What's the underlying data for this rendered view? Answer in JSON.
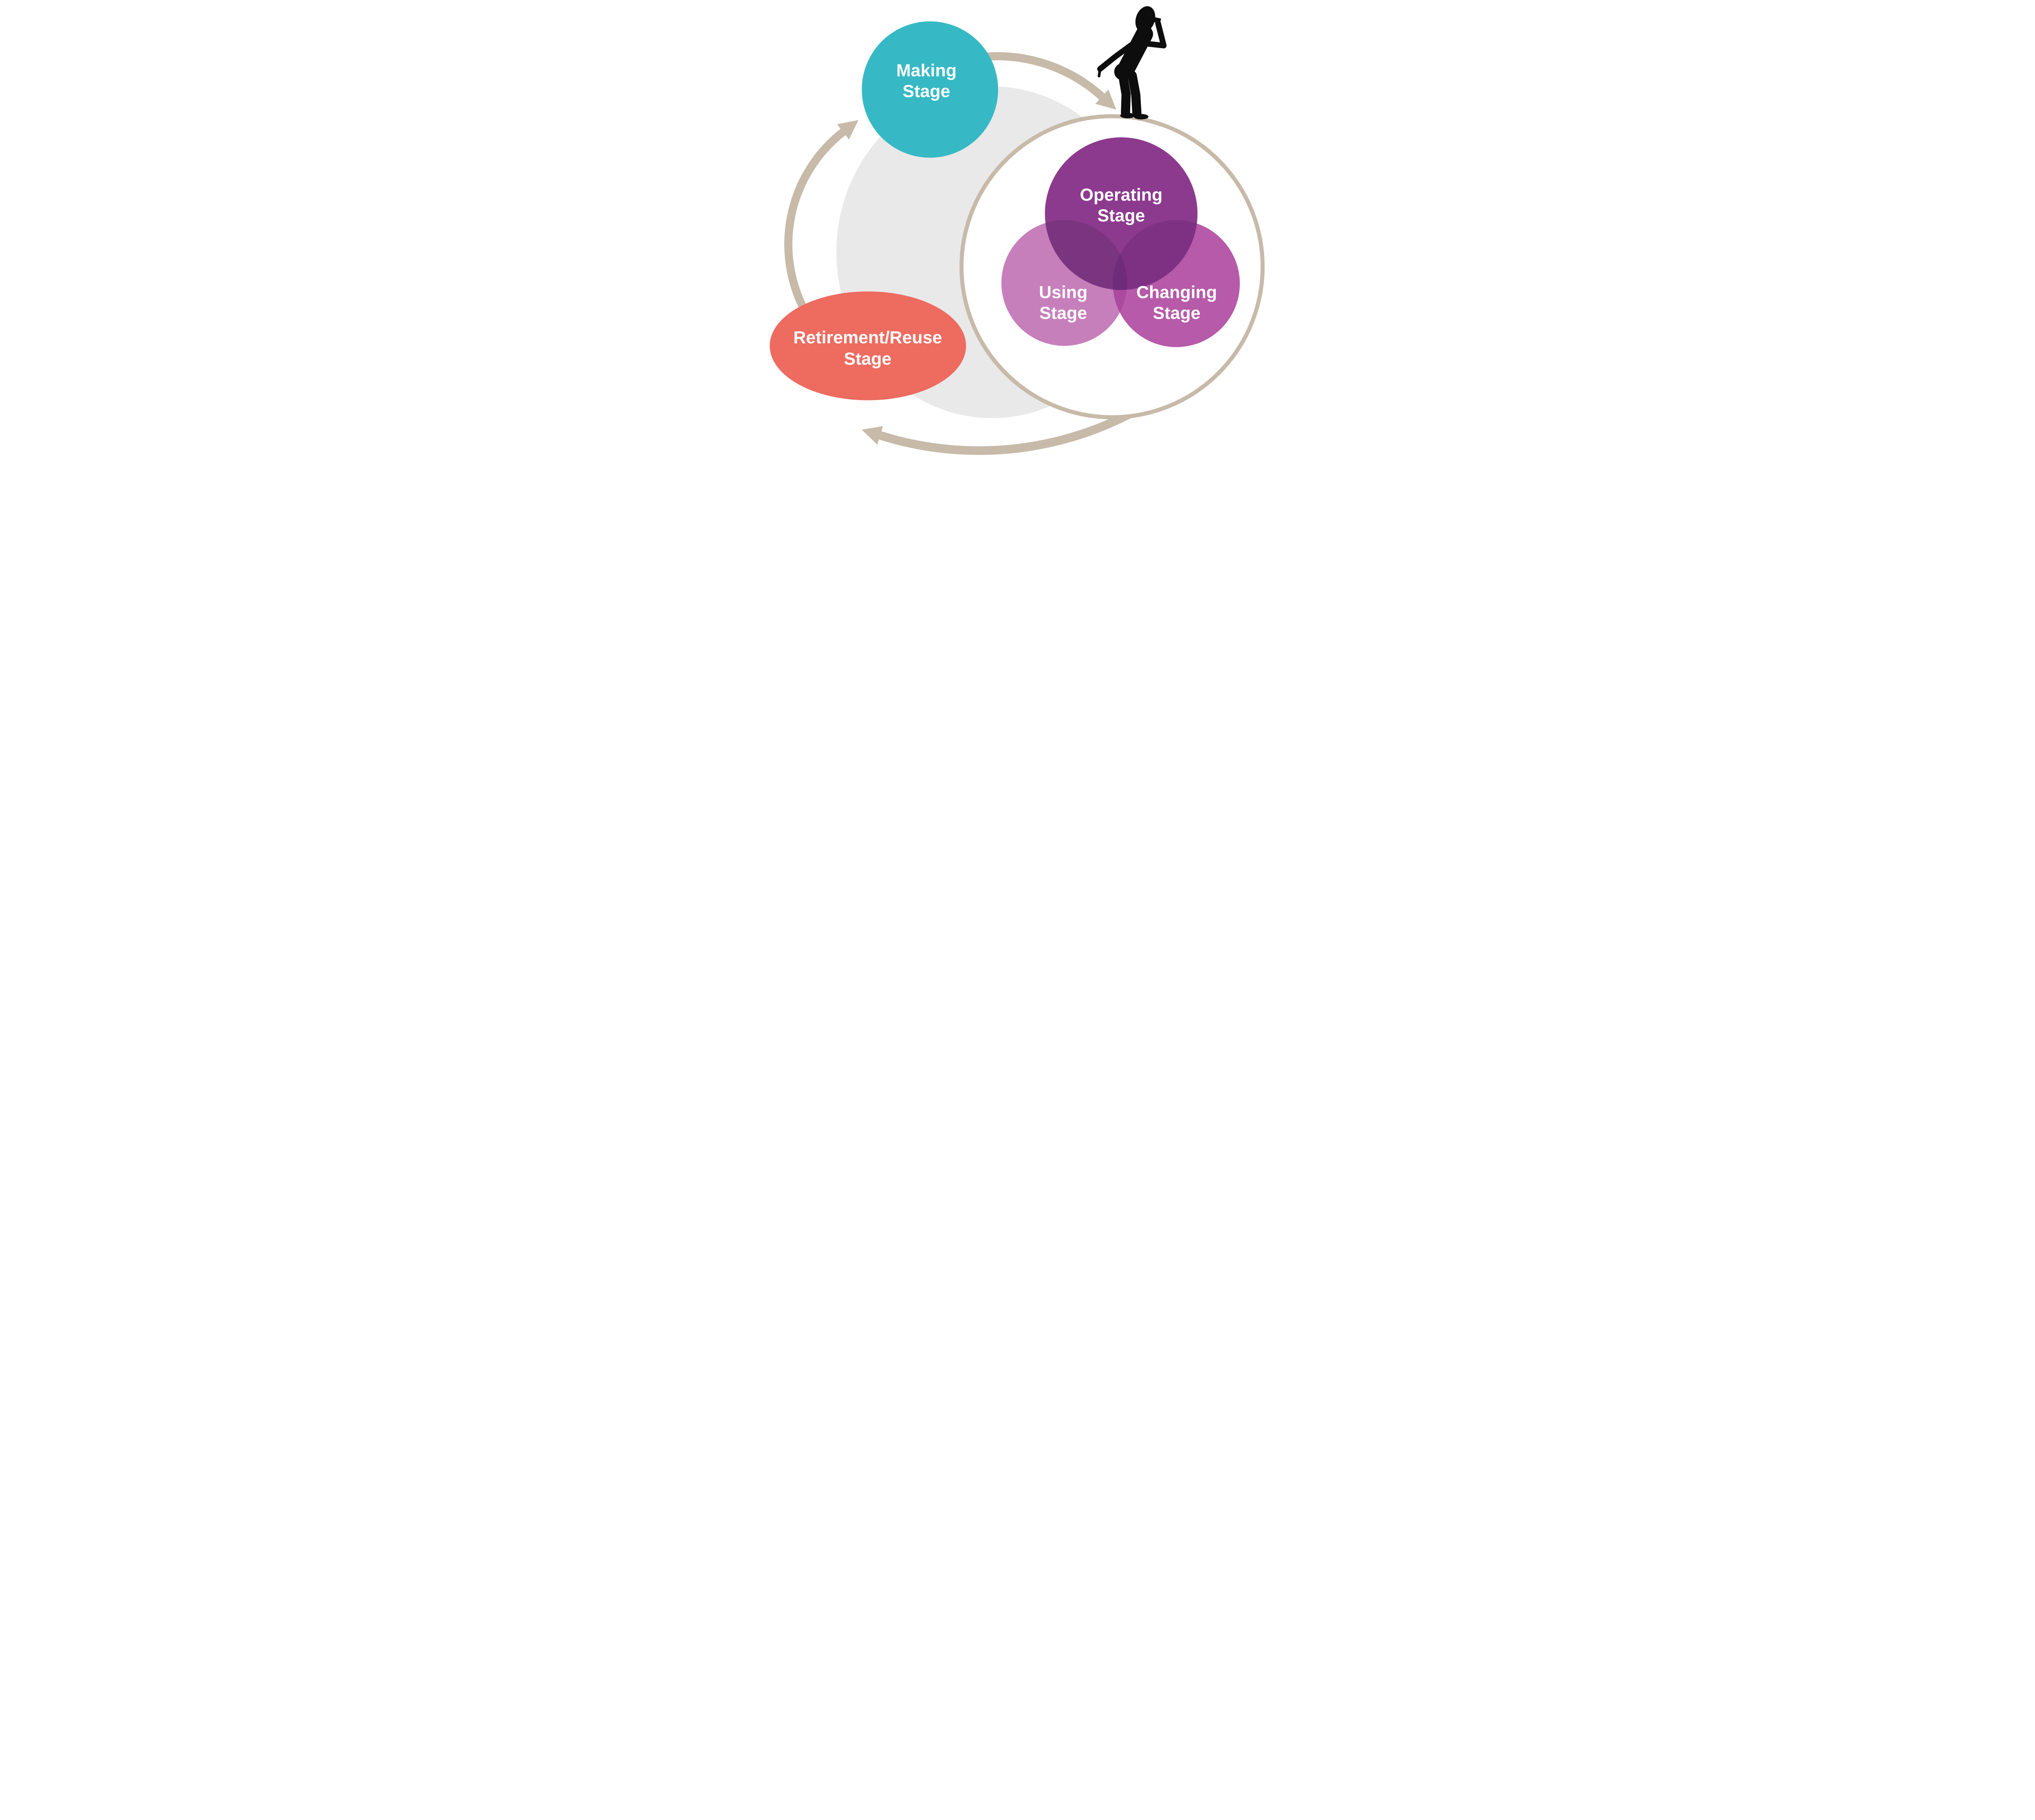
{
  "diagram": {
    "stages": {
      "making": {
        "line1": "Making",
        "line2": "Stage"
      },
      "operating": {
        "line1": "Operating",
        "line2": "Stage"
      },
      "using": {
        "line1": "Using",
        "line2": "Stage"
      },
      "changing": {
        "line1": "Changing",
        "line2": "Stage"
      },
      "retirement": {
        "line1": "Retirement/Reuse",
        "line2": "Stage"
      }
    },
    "icons": {
      "person": "person-peering-down-icon"
    }
  },
  "colors": {
    "making_circle": "#36b9c4",
    "background_circle": "#e9e9ea",
    "arrow_and_ring": "#c7baa9",
    "retirement_ellipse": "#ee6b60",
    "operating_circle": "#8c3a8e",
    "using_circle": "#c77fbb",
    "changing_circle": "#b75aa9",
    "overlap_operating_using": "#7b3480",
    "overlap_operating_changing": "#7e3183",
    "overlap_using_changing": "#ab4a9e",
    "overlap_center": "#6e2c7a",
    "ring_fill": "#ffffff",
    "label_text": "#ffffff",
    "person": "#0d0d0d"
  }
}
